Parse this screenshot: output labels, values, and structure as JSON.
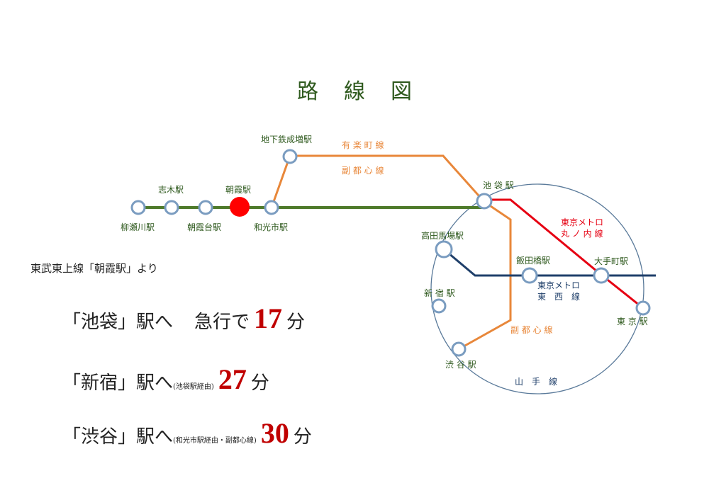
{
  "title": "路線図",
  "stations": {
    "yanasegawa": "柳瀬川駅",
    "shiki": "志木駅",
    "asakadai": "朝霞台駅",
    "asaka": "朝霞駅",
    "wakoshi": "和光市駅",
    "narimasu": "地下鉄成増駅",
    "ikebukuro": "池 袋 駅",
    "takadanobaba": "高田馬場駅",
    "iidabashi": "飯田橋駅",
    "otemachi": "大手町駅",
    "shinjuku": "新 宿 駅",
    "tokyo": "東 京 駅",
    "shibuya": "渋 谷 駅"
  },
  "lines": {
    "yurakucho": "有 楽 町 線",
    "fukutoshin": "副 都 心 線",
    "fukutoshin2": "副 都 心 線",
    "marunouchi_1": "東京メトロ",
    "marunouchi_2": "丸 ノ 内 線",
    "tozai_1": "東京メトロ",
    "tozai_2": "東　西　線",
    "yamanote": "山　手　線"
  },
  "colors": {
    "tojo": "#4e7a2a",
    "orange": "#e8873a",
    "red": "#e60012",
    "blue": "#1f3f6a",
    "circle": "#5a7a9a",
    "station_text": "#2f5a1e"
  },
  "from_text": "東武東上線「朝霞駅」より",
  "routes": [
    {
      "dest": "「池袋」駅へ",
      "note": "急行で",
      "minutes": "17",
      "unit": "分"
    },
    {
      "dest": "「新宿」駅へ",
      "note": "(池袋駅経由)",
      "minutes": "27",
      "unit": "分"
    },
    {
      "dest": "「渋谷」駅へ",
      "note": "(和光市駅経由・副都心線)",
      "minutes": "30",
      "unit": "分"
    }
  ]
}
